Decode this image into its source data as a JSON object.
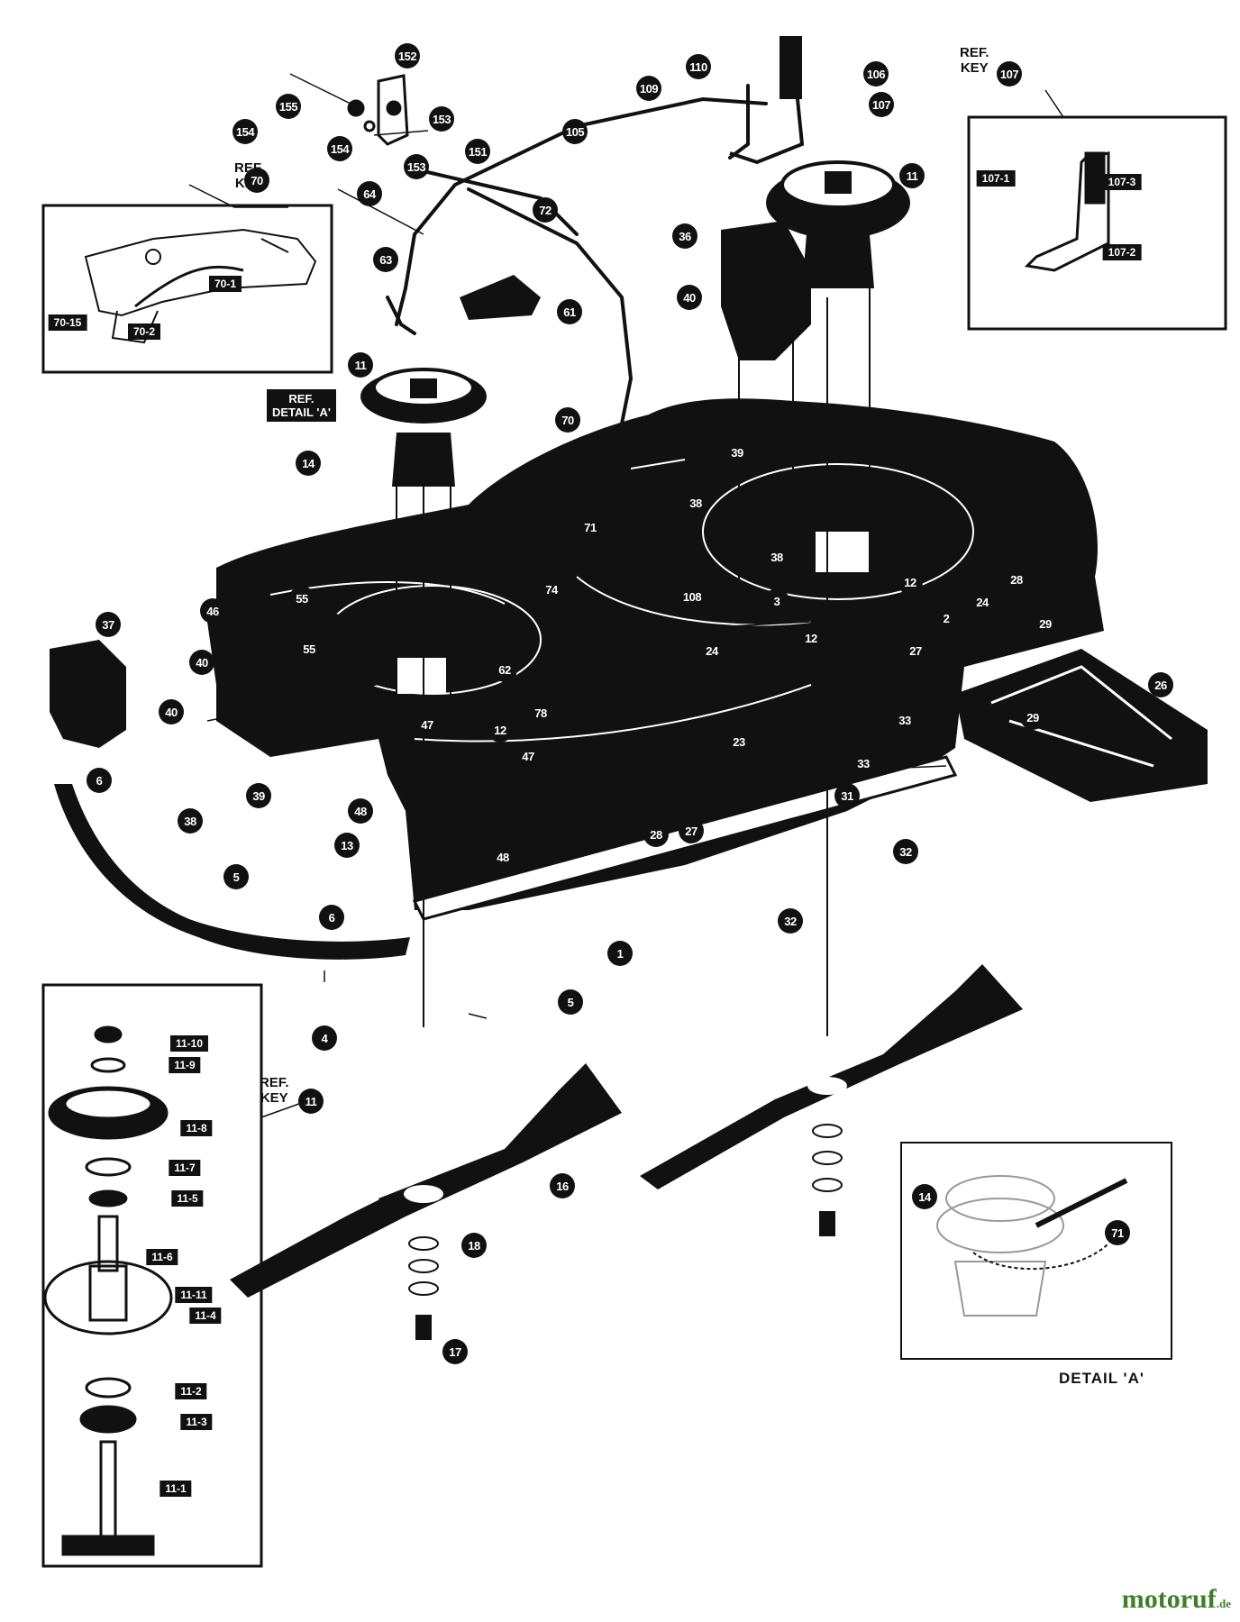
{
  "ref_blocks": [
    {
      "id": "ref-key-70",
      "line1": "REF.",
      "line2": "KEY",
      "key": "70"
    },
    {
      "id": "ref-key-107",
      "line1": "REF.",
      "line2": "KEY",
      "key": "107"
    },
    {
      "id": "ref-key-11",
      "line1": "REF.",
      "line2": "KEY",
      "key": "11"
    },
    {
      "id": "ref-detail-a",
      "line1": "REF.",
      "line2": "DETAIL 'A'"
    }
  ],
  "detail_caption": "DETAIL 'A'",
  "watermark": {
    "name": "motoruf",
    "suffix": ".de"
  },
  "colors": {
    "ink": "#111111",
    "paper": "#ffffff",
    "watermark": "#3f7f2a"
  },
  "callouts": [
    {
      "label": "152"
    },
    {
      "label": "155"
    },
    {
      "label": "154"
    },
    {
      "label": "153"
    },
    {
      "label": "154"
    },
    {
      "label": "153"
    },
    {
      "label": "151"
    },
    {
      "label": "105"
    },
    {
      "label": "110"
    },
    {
      "label": "109"
    },
    {
      "label": "106"
    },
    {
      "label": "107"
    },
    {
      "label": "11"
    },
    {
      "label": "72"
    },
    {
      "label": "64"
    },
    {
      "label": "63"
    },
    {
      "label": "61"
    },
    {
      "label": "36"
    },
    {
      "label": "40"
    },
    {
      "label": "11"
    },
    {
      "label": "70"
    },
    {
      "label": "14"
    },
    {
      "label": "39"
    },
    {
      "label": "38"
    },
    {
      "label": "71"
    },
    {
      "label": "38"
    },
    {
      "label": "12"
    },
    {
      "label": "74"
    },
    {
      "label": "108"
    },
    {
      "label": "3"
    },
    {
      "label": "24"
    },
    {
      "label": "28"
    },
    {
      "label": "2"
    },
    {
      "label": "12"
    },
    {
      "label": "24"
    },
    {
      "label": "29"
    },
    {
      "label": "27"
    },
    {
      "label": "26"
    },
    {
      "label": "29"
    },
    {
      "label": "46"
    },
    {
      "label": "55"
    },
    {
      "label": "55"
    },
    {
      "label": "62"
    },
    {
      "label": "37"
    },
    {
      "label": "40"
    },
    {
      "label": "40"
    },
    {
      "label": "47"
    },
    {
      "label": "12"
    },
    {
      "label": "47"
    },
    {
      "label": "78"
    },
    {
      "label": "23"
    },
    {
      "label": "33"
    },
    {
      "label": "33"
    },
    {
      "label": "31"
    },
    {
      "label": "6"
    },
    {
      "label": "39"
    },
    {
      "label": "38"
    },
    {
      "label": "48"
    },
    {
      "label": "13"
    },
    {
      "label": "48"
    },
    {
      "label": "28"
    },
    {
      "label": "27"
    },
    {
      "label": "32"
    },
    {
      "label": "5"
    },
    {
      "label": "32"
    },
    {
      "label": "6"
    },
    {
      "label": "1"
    },
    {
      "label": "5"
    },
    {
      "label": "4"
    },
    {
      "label": "16"
    },
    {
      "label": "18"
    },
    {
      "label": "17"
    },
    {
      "label": "14"
    },
    {
      "label": "71"
    },
    {
      "label": "11"
    },
    {
      "label": "70"
    },
    {
      "label": "107"
    }
  ],
  "tags": [
    {
      "label": "70-15"
    },
    {
      "label": "70-2"
    },
    {
      "label": "70-1"
    },
    {
      "label": "107-1"
    },
    {
      "label": "107-3"
    },
    {
      "label": "107-2"
    },
    {
      "label": "11-10"
    },
    {
      "label": "11-9"
    },
    {
      "label": "11-8"
    },
    {
      "label": "11-7"
    },
    {
      "label": "11-5"
    },
    {
      "label": "11-6"
    },
    {
      "label": "11-11"
    },
    {
      "label": "11-4"
    },
    {
      "label": "11-2"
    },
    {
      "label": "11-3"
    },
    {
      "label": "11-1"
    }
  ]
}
